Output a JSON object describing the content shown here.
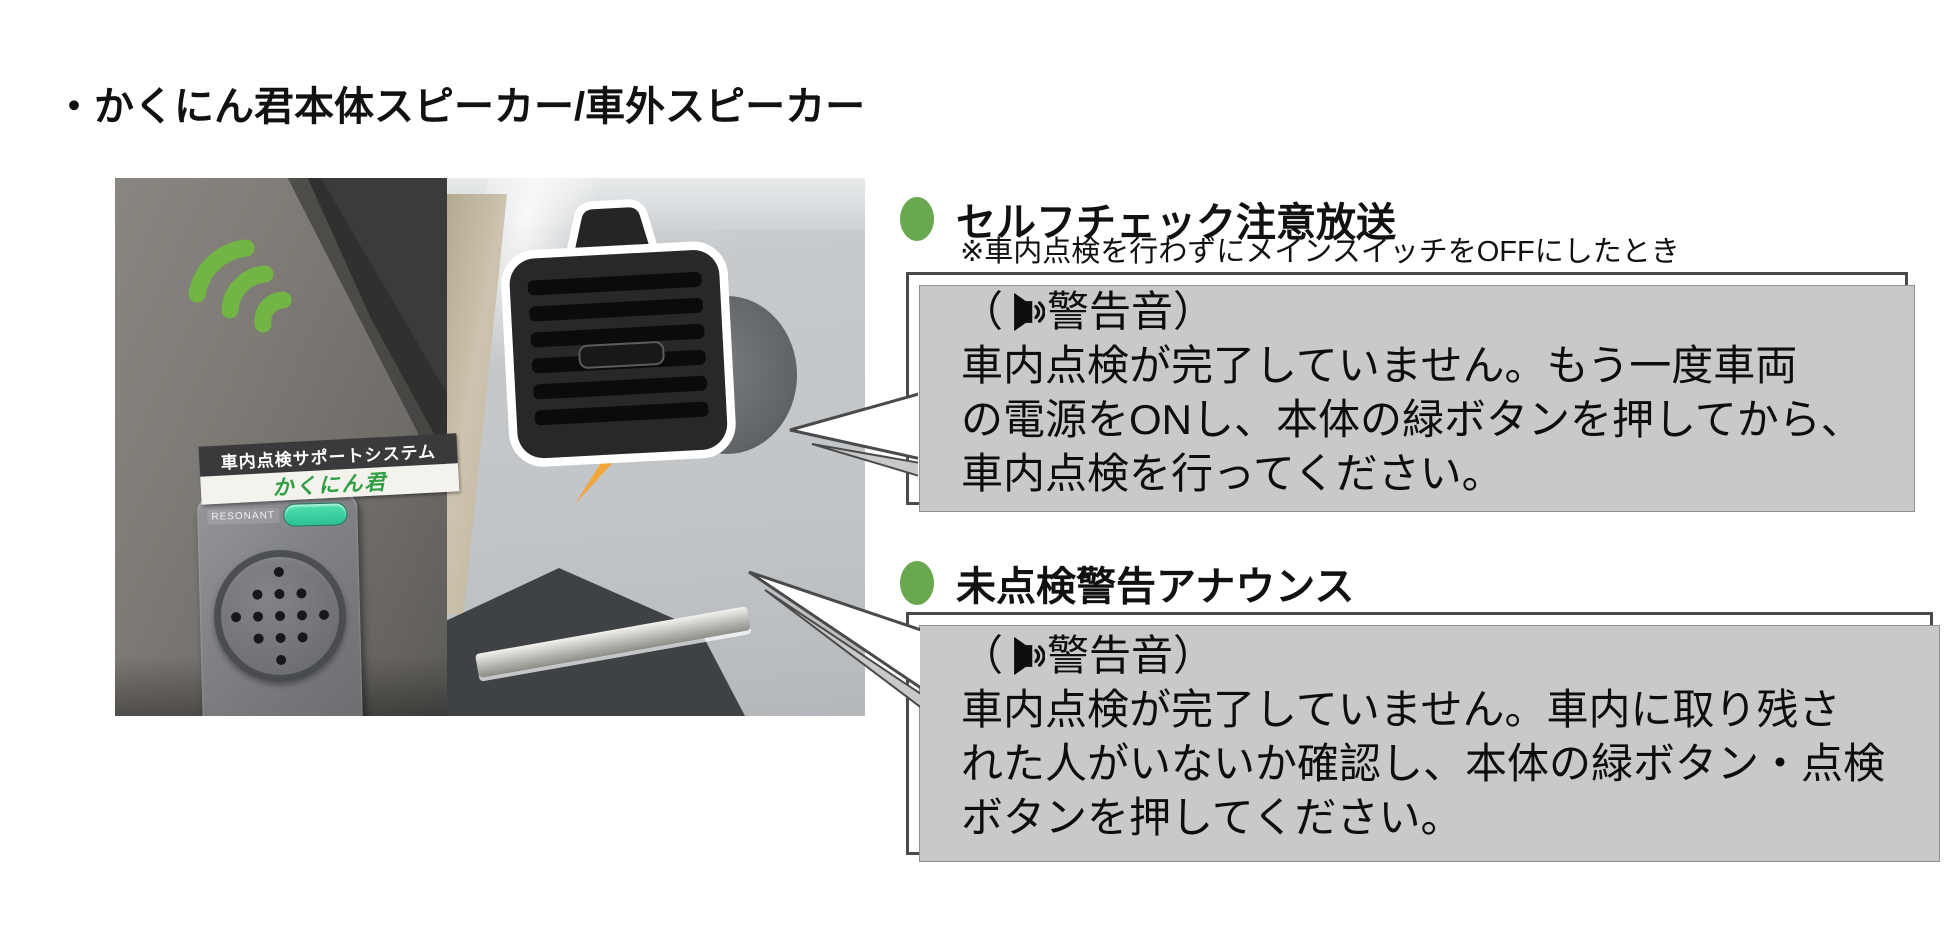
{
  "page": {
    "title": "・かくにん君本体スピーカー/車外スピーカー"
  },
  "photo": {
    "device_label_line1": "車内点検サポートシステム",
    "device_label_line2": "かくにん君",
    "device_brand": "RESONANT"
  },
  "sections": [
    {
      "heading": "セルフチェック注意放送",
      "note": "※車内点検を行わずにメインスイッチをOFFにしたとき",
      "bubble": {
        "paren_open": "（",
        "sound_label": "警告音）",
        "lines": [
          "車内点検が完了していません。もう一度車両",
          "の電源をONし、本体の緑ボタンを押してから、",
          "車内点検を行ってください。"
        ]
      }
    },
    {
      "heading": "未点検警告アナウンス",
      "bubble": {
        "paren_open": "（",
        "sound_label": "警告音）",
        "lines": [
          "車内点検が完了していません。車内に取り残さ",
          "れた人がいないか確認し、本体の緑ボタン・点検",
          "ボタンを押してください。"
        ]
      }
    }
  ],
  "colors": {
    "bullet_green": "#6aa84f",
    "wifi_green": "#72b544",
    "flash_orange": "#f2a53a",
    "button_teal": "#2cc193",
    "label_green": "#2f9e44",
    "box_border": "#4a4a4a",
    "box_shadow": "#c9c9c9"
  }
}
